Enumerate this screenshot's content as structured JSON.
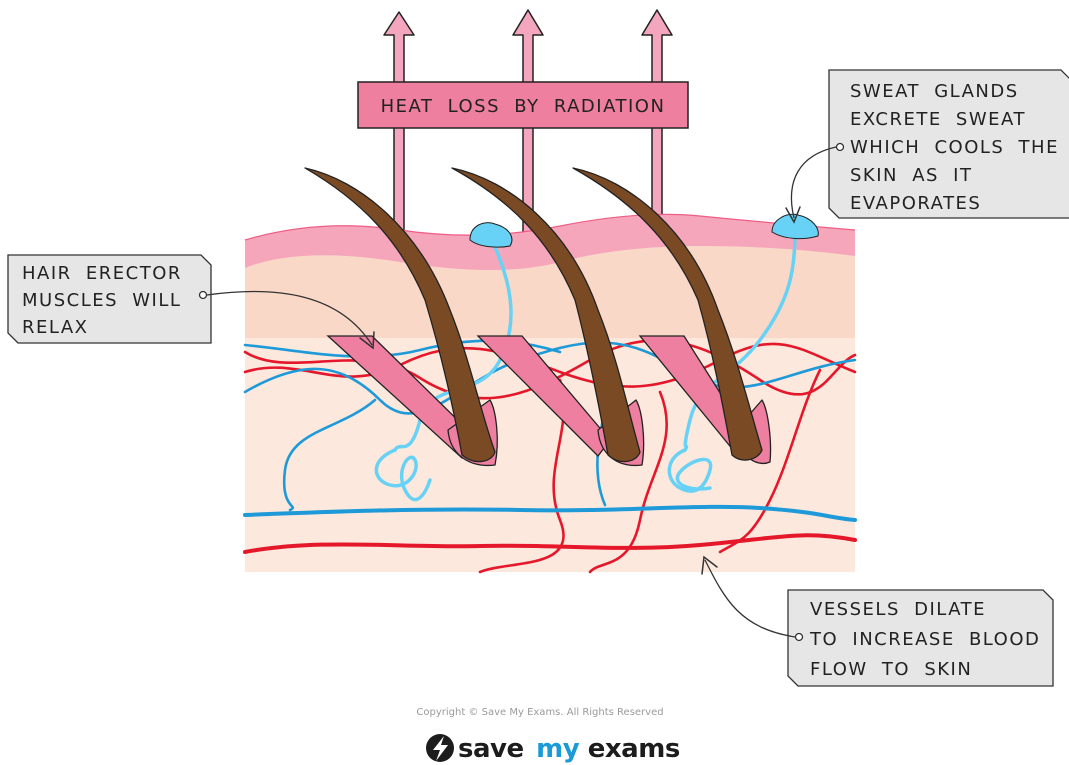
{
  "banner": {
    "text": "HEAT LOSS BY RADIATION"
  },
  "labels": {
    "sweat": [
      "SWEAT GLANDS",
      "EXCRETE SWEAT",
      "WHICH COOLS THE",
      "SKIN AS IT",
      "EVAPORATES"
    ],
    "hair": [
      "HAIR ERECTOR",
      "MUSCLES WILL",
      "RELAX"
    ],
    "vessels": [
      "VESSELS DILATE",
      "TO INCREASE BLOOD",
      "FLOW TO SKIN"
    ]
  },
  "footer": {
    "copyright": "Copyright © Save My Exams. All Rights Reserved",
    "brand_save": "save",
    "brand_my": "my",
    "brand_exams": "exams"
  },
  "colors": {
    "epidermis": "#f6a6bb",
    "dermis_upper": "#f9d8c7",
    "dermis_lower": "#fce8dc",
    "hair": "#7a4a24",
    "muscle": "#ee7fa0",
    "sweat": "#67d2f5",
    "artery": "#e5172b",
    "vein": "#1e9ad8",
    "label_box": "#e6e6e6",
    "brand_accent": "#1a9ad6"
  }
}
